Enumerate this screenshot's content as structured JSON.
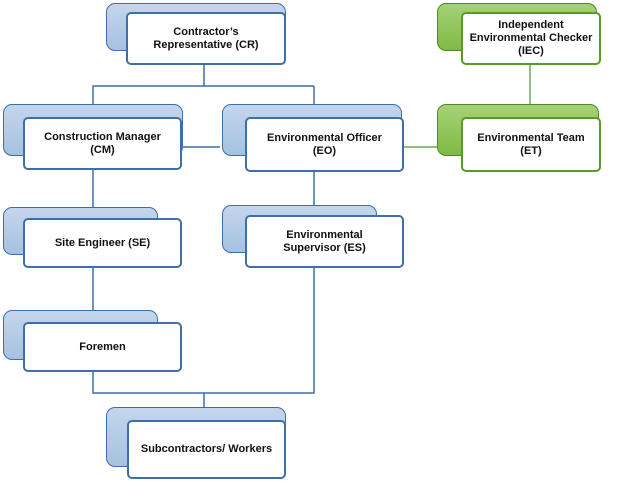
{
  "diagram": {
    "nodes": [
      {
        "id": "cr",
        "label": "Contractor’s\nRepresentative (CR)",
        "color": "blue"
      },
      {
        "id": "iec",
        "label": "Independent\nEnvironmental Checker\n(IEC)",
        "color": "green"
      },
      {
        "id": "cm",
        "label": "Construction Manager\n(CM)",
        "color": "blue"
      },
      {
        "id": "eo",
        "label": "Environmental Officer\n(EO)",
        "color": "blue"
      },
      {
        "id": "et",
        "label": "Environmental Team (ET)",
        "color": "green"
      },
      {
        "id": "se",
        "label": "Site Engineer (SE)",
        "color": "blue"
      },
      {
        "id": "es",
        "label": "Environmental\nSupervisor (ES)",
        "color": "blue"
      },
      {
        "id": "fm",
        "label": "Foremen",
        "color": "blue"
      },
      {
        "id": "sw",
        "label": "Subcontractors/ Workers",
        "color": "blue"
      }
    ],
    "colors": {
      "blue_border": "#3f6fa8",
      "blue_fill": "#a6c1e1",
      "green_border": "#5a9a2a",
      "green_fill": "#7fba45",
      "blue_line": "#3f6fa8",
      "green_line": "#6aa84f"
    }
  }
}
